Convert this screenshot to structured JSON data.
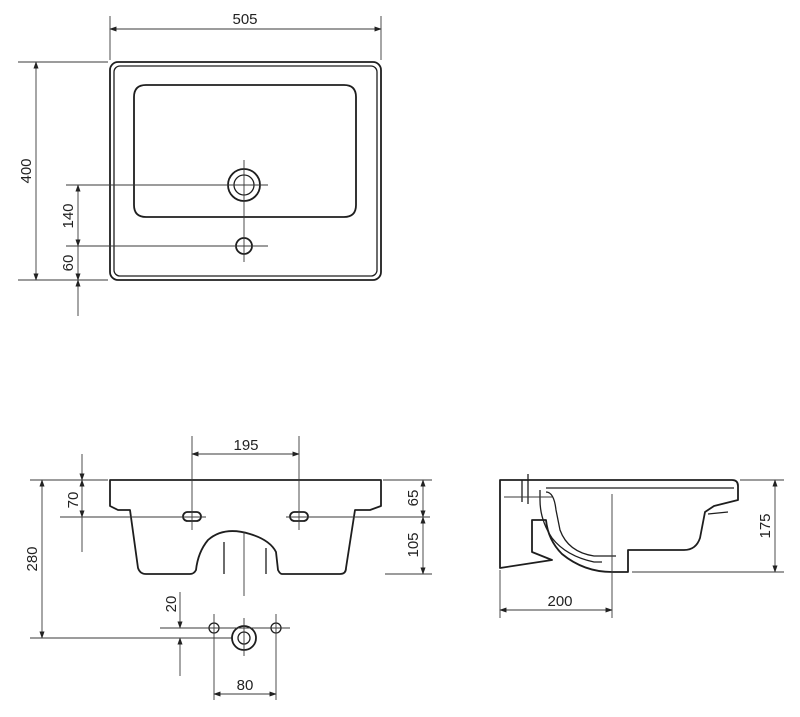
{
  "drawing": {
    "line_color": "#1e1e1e",
    "dimension_color": "#3a3a3a",
    "background": "#ffffff",
    "unit_note": ""
  },
  "top_view": {
    "dimensions": {
      "width": "505",
      "depth": "400",
      "drain_offset": "140",
      "tap_offset": "60"
    }
  },
  "front_view": {
    "dimensions": {
      "mounting_holes_spacing": "195",
      "hole_height": "70",
      "rim_height": "65",
      "bowl_depth_below_rim": "105",
      "total_height": "280",
      "drain_drop": "20",
      "drain_spacing": "80"
    }
  },
  "side_view": {
    "dimensions": {
      "projection": "200",
      "height": "175"
    }
  }
}
